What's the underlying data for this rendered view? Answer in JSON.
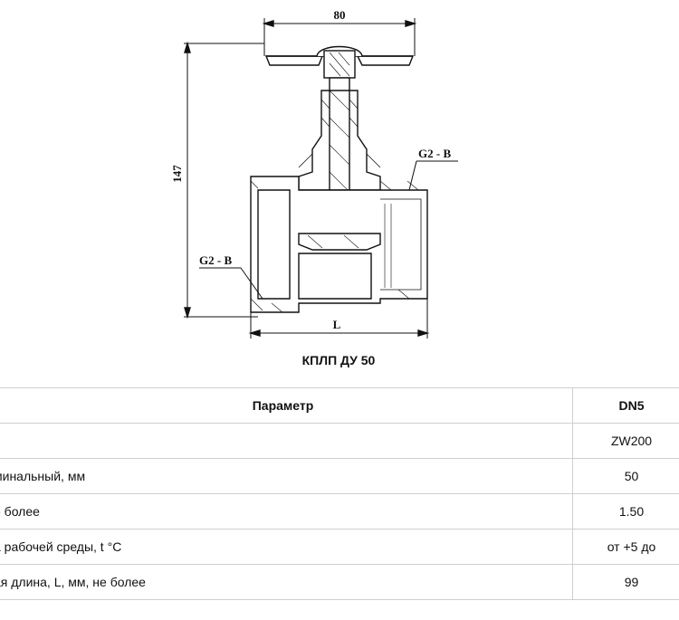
{
  "drawing": {
    "dim_width": "80",
    "dim_height": "147",
    "thread_right": "G2 - B",
    "thread_left": "G2 - B",
    "dim_length": "L"
  },
  "caption": "КПЛП ДУ 50",
  "table": {
    "headers": [
      "Параметр",
      "DN5"
    ],
    "rows": [
      [
        "",
        "ZW200"
      ],
      [
        "минальный, мм",
        "50"
      ],
      [
        "е более",
        "1.50"
      ],
      [
        "а рабочей среды, t °C",
        "от +5 до"
      ],
      [
        "ая длина, L, мм, не более",
        "99"
      ]
    ]
  }
}
